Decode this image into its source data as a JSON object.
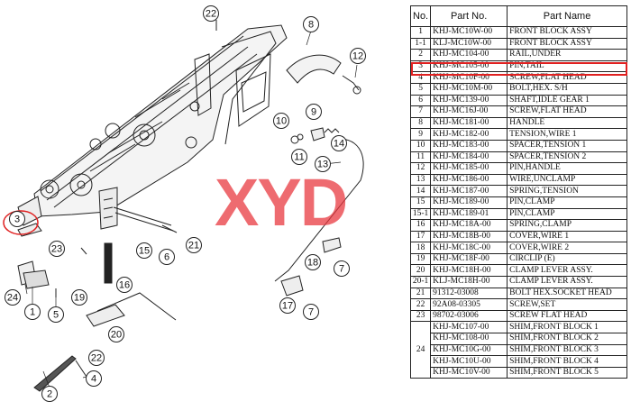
{
  "watermark": "XYD",
  "callouts": [
    {
      "id": "1",
      "label": "1"
    },
    {
      "id": "2",
      "label": "2"
    },
    {
      "id": "3",
      "label": "3"
    },
    {
      "id": "4",
      "label": "4"
    },
    {
      "id": "5",
      "label": "5"
    },
    {
      "id": "6",
      "label": "6"
    },
    {
      "id": "7a",
      "label": "7"
    },
    {
      "id": "7b",
      "label": "7"
    },
    {
      "id": "8",
      "label": "8"
    },
    {
      "id": "9",
      "label": "9"
    },
    {
      "id": "10",
      "label": "10"
    },
    {
      "id": "11",
      "label": "11"
    },
    {
      "id": "12",
      "label": "12"
    },
    {
      "id": "13",
      "label": "13"
    },
    {
      "id": "14",
      "label": "14"
    },
    {
      "id": "15",
      "label": "15"
    },
    {
      "id": "16",
      "label": "16"
    },
    {
      "id": "17",
      "label": "17"
    },
    {
      "id": "18",
      "label": "18"
    },
    {
      "id": "19",
      "label": "19"
    },
    {
      "id": "20",
      "label": "20"
    },
    {
      "id": "21",
      "label": "21"
    },
    {
      "id": "22a",
      "label": "22"
    },
    {
      "id": "22b",
      "label": "22"
    },
    {
      "id": "23",
      "label": "23"
    },
    {
      "id": "24",
      "label": "24"
    }
  ],
  "table": {
    "headers": [
      "No.",
      "Part No.",
      "Part Name"
    ],
    "highlighted_row": "3",
    "rows": [
      {
        "no": "1",
        "part_no": "KHJ-MC10W-00",
        "name": "FRONT BLOCK ASSY"
      },
      {
        "no": "1-1",
        "part_no": "KLJ-MC10W-00",
        "name": "FRONT BLOCK ASSY"
      },
      {
        "no": "2",
        "part_no": "KHJ-MC104-00",
        "name": "RAIL,UNDER"
      },
      {
        "no": "3",
        "part_no": "KHJ-MC105-00",
        "name": "PIN,TAIL"
      },
      {
        "no": "4",
        "part_no": "KHJ-MC10F-00",
        "name": "SCREW,FLAT HEAD"
      },
      {
        "no": "5",
        "part_no": "KHJ-MC10M-00",
        "name": "BOLT,HEX. S/H"
      },
      {
        "no": "6",
        "part_no": "KHJ-MC139-00",
        "name": "SHAFT,IDLE GEAR 1"
      },
      {
        "no": "7",
        "part_no": "KHJ-MC16J-00",
        "name": "SCREW,FLAT HEAD"
      },
      {
        "no": "8",
        "part_no": "KHJ-MC181-00",
        "name": "HANDLE"
      },
      {
        "no": "9",
        "part_no": "KHJ-MC182-00",
        "name": "TENSION,WIRE 1"
      },
      {
        "no": "10",
        "part_no": "KHJ-MC183-00",
        "name": "SPACER,TENSION 1"
      },
      {
        "no": "11",
        "part_no": "KHJ-MC184-00",
        "name": "SPACER,TENSION 2"
      },
      {
        "no": "12",
        "part_no": "KHJ-MC185-00",
        "name": "PIN,HANDLE"
      },
      {
        "no": "13",
        "part_no": "KHJ-MC186-00",
        "name": "WIRE,UNCLAMP"
      },
      {
        "no": "14",
        "part_no": "KHJ-MC187-00",
        "name": "SPRING,TENSION"
      },
      {
        "no": "15",
        "part_no": "KHJ-MC189-00",
        "name": "PIN,CLAMP"
      },
      {
        "no": "15-1",
        "part_no": "KHJ-MC189-01",
        "name": "PIN,CLAMP"
      },
      {
        "no": "16",
        "part_no": "KHJ-MC18A-00",
        "name": "SPRING,CLAMP"
      },
      {
        "no": "17",
        "part_no": "KHJ-MC18B-00",
        "name": "COVER,WIRE 1"
      },
      {
        "no": "18",
        "part_no": "KHJ-MC18C-00",
        "name": "COVER,WIRE 2"
      },
      {
        "no": "19",
        "part_no": "KHJ-MC18F-00",
        "name": "CIRCLIP (E)"
      },
      {
        "no": "20",
        "part_no": "KHJ-MC18H-00",
        "name": "CLAMP LEVER ASSY."
      },
      {
        "no": "20-1",
        "part_no": "KLJ-MC18H-00",
        "name": "CLAMP LEVER ASSY."
      },
      {
        "no": "21",
        "part_no": "91312-03008",
        "name": "BOLT HEX.SOCKET HEAD"
      },
      {
        "no": "22",
        "part_no": "92A08-03305",
        "name": "SCREW,SET"
      },
      {
        "no": "23",
        "part_no": "98702-03006",
        "name": "SCREW FLAT HEAD"
      },
      {
        "no": "24",
        "part_no": "KHJ-MC107-00",
        "name": "SHIM,FRONT BLOCK 1"
      },
      {
        "no": "",
        "part_no": "KHJ-MC108-00",
        "name": "SHIM,FRONT BLOCK 2"
      },
      {
        "no": "",
        "part_no": "KHJ-MC10G-00",
        "name": "SHIM,FRONT BLOCK 3"
      },
      {
        "no": "",
        "part_no": "KHJ-MC10U-00",
        "name": "SHIM,FRONT BLOCK 4"
      },
      {
        "no": "",
        "part_no": "KHJ-MC10V-00",
        "name": "SHIM,FRONT BLOCK 5"
      }
    ]
  }
}
